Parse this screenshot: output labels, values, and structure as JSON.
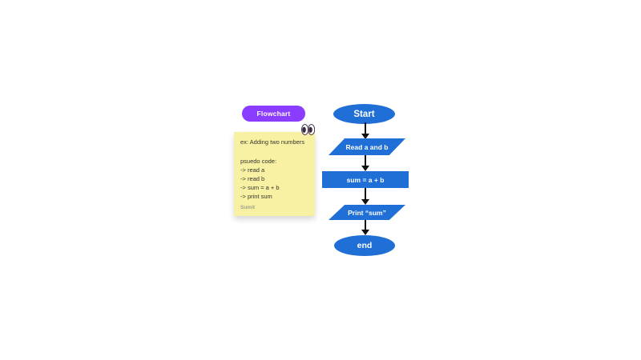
{
  "badge": {
    "label": "Flowchart",
    "color": "#8B3DFF"
  },
  "note": {
    "title": "ex: Adding two numbers",
    "lines": [
      "psuedo code:",
      "-> read a",
      "-> read b",
      "-> sum = a + b",
      "-> print sum"
    ],
    "signature": "Sumit",
    "bg_color": "#F8F0A2"
  },
  "icons": {
    "eyes": "eyes-emoji"
  },
  "flowchart": {
    "node_color": "#1F6FD6",
    "arrow_color": "#111111",
    "nodes": [
      {
        "type": "ellipse",
        "label": "Start"
      },
      {
        "type": "parallelogram",
        "label": "Read a and b"
      },
      {
        "type": "rectangle",
        "label": "sum = a + b"
      },
      {
        "type": "parallelogram",
        "label": "Print “sum”"
      },
      {
        "type": "ellipse",
        "label": "end"
      }
    ]
  }
}
